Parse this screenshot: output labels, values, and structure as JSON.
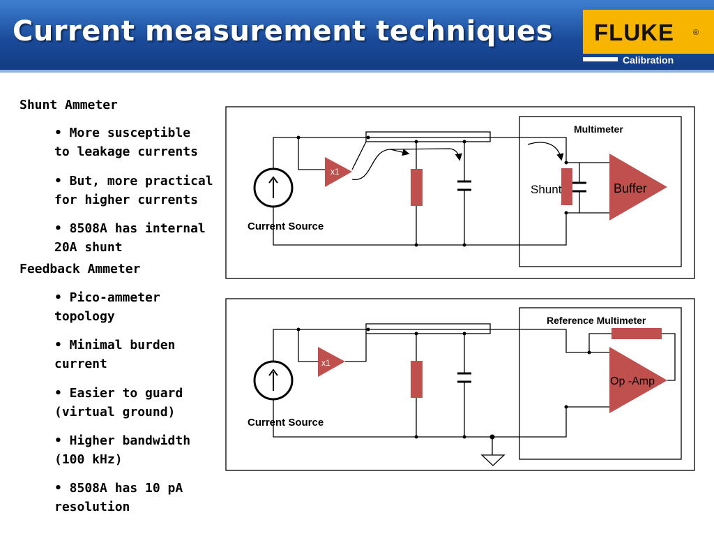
{
  "title": "Current measurement techniques",
  "logo": {
    "brand": "FLUKE",
    "registered": "®",
    "subtitle": "Calibration"
  },
  "shunt_section": {
    "heading": "Shunt Ammeter",
    "bullets": [
      "• More susceptible\nto leakage currents",
      "• But, more practical\nfor higher currents",
      "• 8508A has internal\n20A shunt"
    ]
  },
  "feedback_section": {
    "heading": "Feedback Ammeter",
    "bullets": [
      "• Pico-ammeter\ntopology",
      "• Minimal burden\ncurrent",
      "• Easier to guard\n(virtual ground)",
      "• Higher bandwidth\n(100 kHz)",
      "• 8508A has 10 pA\nresolution"
    ]
  },
  "diagram_top": {
    "multimeter_label": "Multimeter",
    "amp_label": "x1",
    "source_label": "Current Source",
    "shunt_label": "Shunt",
    "buffer_label": "Buffer"
  },
  "diagram_bottom": {
    "multimeter_label": "Reference Multimeter",
    "amp_label": "x1",
    "source_label": "Current Source",
    "opamp_label": "Op -Amp"
  },
  "colors": {
    "component": "#c0504d",
    "header": "#1a4a9a",
    "logo": "#f7b500"
  }
}
